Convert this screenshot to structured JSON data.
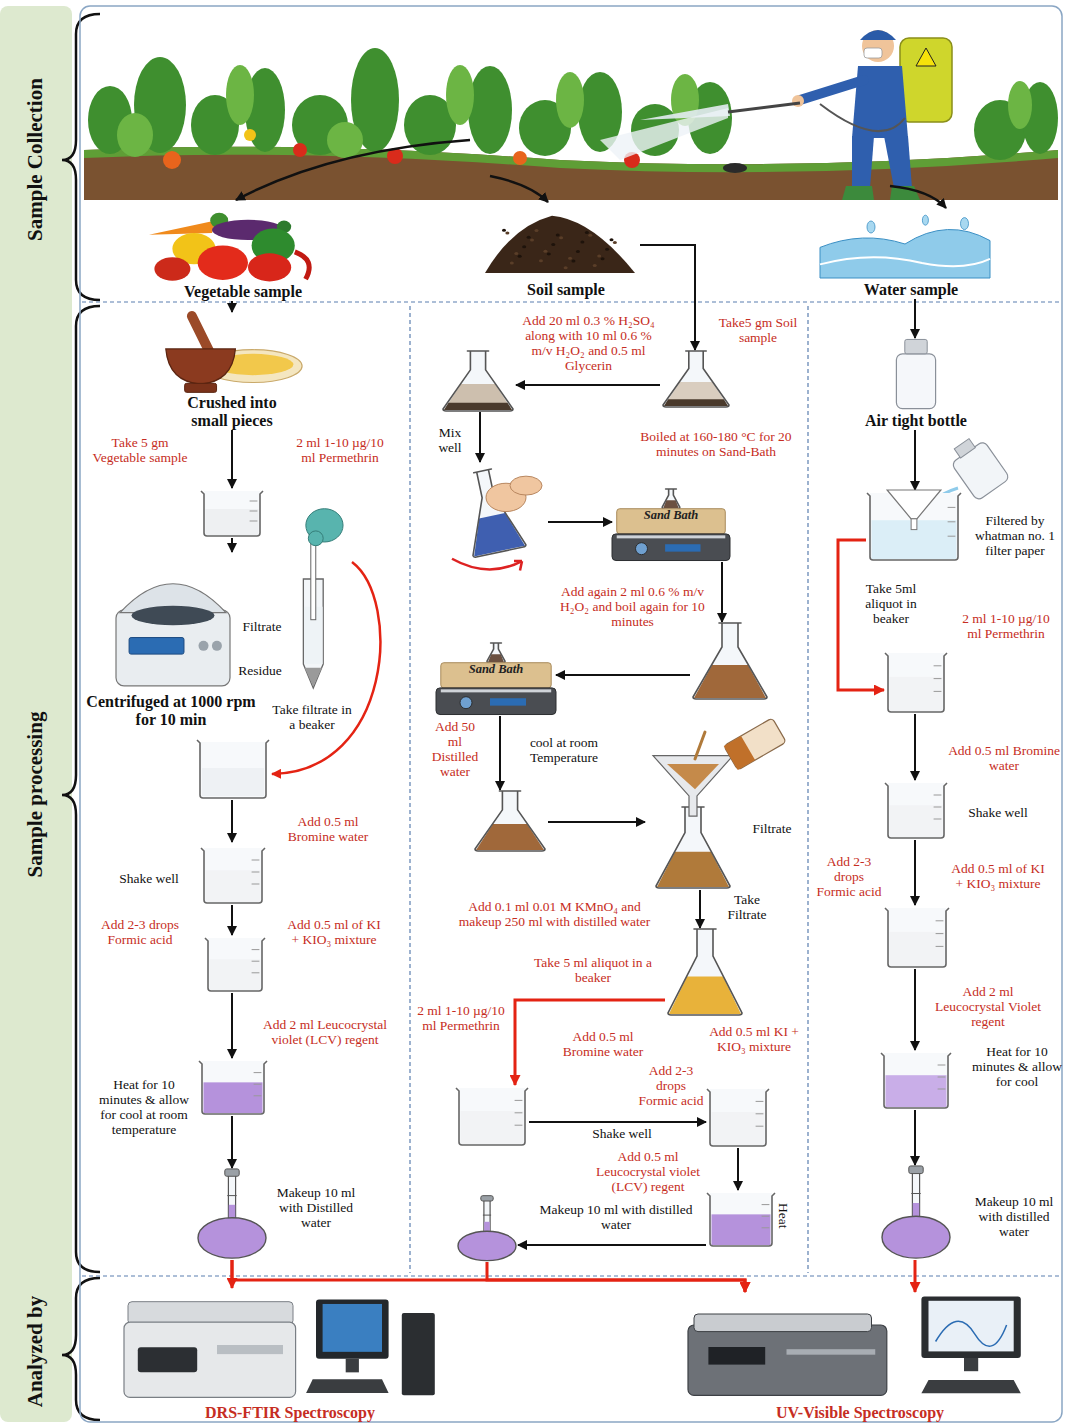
{
  "diagram": {
    "nodes": [
      {
        "text": [
          "Vegetable sample"
        ]
      },
      {
        "text": [
          "Crushed into small pieces"
        ]
      },
      {
        "text": [
          "Take 5 gm Vegetable sample",
          "2 ml 1-10 µg/10 ml Permethrin"
        ]
      },
      {
        "text": [
          "Centrifuged at 1000 rpm for 10 min"
        ]
      },
      {
        "text": [
          "Filtrate",
          "Residue"
        ]
      },
      {
        "text": [
          "Add 0.5 ml Bromine water",
          "Shake well"
        ]
      },
      {
        "text": [
          "Add 2-3 drops Formic acid",
          "Add 0.5 ml of KI + KIO₃ mixture"
        ]
      },
      {
        "text": [
          "Add 2 ml Leucocrystal violet (LCV) regent",
          "Heat for 10 minutes & allow for cool at room temperature"
        ]
      },
      {
        "text": [
          "Makeup 10 ml with Distilled water"
        ]
      },
      {
        "text": [
          "Soil sample"
        ]
      },
      {
        "text": [
          "Take5 gm Soil sample"
        ]
      },
      {
        "text": [
          "Add 20 ml 0.3 % H₂SO₄ along with 10 ml 0.6 % m/v H₂O₂ and 0.5 ml Glycerin"
        ]
      },
      {
        "text": [
          "Mix well"
        ]
      },
      {
        "text": [
          "Boiled at 160-180 °C for 20 minutes on Sand-Bath",
          "Sand Bath"
        ]
      },
      {
        "text": [
          "Add again 2 ml 0.6 % m/v H₂O₂ and boil again for 10 minutes"
        ]
      },
      {
        "text": [
          "Sand Bath"
        ]
      },
      {
        "text": [
          "Add 50 ml Distilled water"
        ]
      },
      {
        "text": [
          "Filtrate"
        ]
      },
      {
        "text": [
          "Add 0.1 ml 0.01 M KMnO₄ and makeup 250 ml with distilled water"
        ]
      },
      {
        "text": [
          "2 ml 1-10 µg/10 ml Permethrin",
          "Add 0.5 ml Bromine water"
        ]
      },
      {
        "text": [
          "Add 2-3 drops Formic acid",
          "Add 0.5 ml KI + KIO₃ mixture"
        ]
      },
      {
        "text": [
          "Add 0.5 ml Leucocrystal violet (LCV) regent",
          "Heat"
        ]
      },
      {
        "text": [
          "Makeup 10 ml with distilled water"
        ]
      },
      {
        "text": [
          "Water sample"
        ]
      },
      {
        "text": [
          "Air tight bottle"
        ]
      },
      {
        "text": [
          "Filtered by whatman no. 1 filter paper"
        ]
      },
      {
        "text": [
          "2 ml 1-10 µg/10 ml Permethrin"
        ]
      },
      {
        "text": [
          "Add 0.5 ml Bromine water",
          "Shake well"
        ]
      },
      {
        "text": [
          "Add 2-3 drops Formic acid",
          "Add 0.5 ml of KI + KIO₃ mixture"
        ]
      },
      {
        "text": [
          "Add 2 ml Leucocrystal Violet regent",
          "Heat for 10 minutes & allow for cool"
        ]
      },
      {
        "text": [
          "Makeup 10 ml with distilled water"
        ]
      },
      {
        "text": [
          "DRS-FTIR Spectroscopy"
        ]
      },
      {
        "text": [
          "UV-Visible Spectroscopy"
        ]
      }
    ],
    "edges": [
      {
        "from": 0,
        "to": 1,
        "arrow": "to"
      },
      {
        "from": 1,
        "to": 2,
        "arrow": "to"
      },
      {
        "from": 2,
        "to": 3,
        "arrow": "to"
      },
      {
        "from": 5,
        "to": 6,
        "arrow": "to"
      },
      {
        "from": 6,
        "to": 7,
        "arrow": "to"
      },
      {
        "from": 7,
        "to": 8,
        "arrow": "to"
      },
      {
        "from": 8,
        "to": 31,
        "arrow": "to"
      },
      {
        "from": 8,
        "to": 32,
        "arrow": "to"
      },
      {
        "from": 9,
        "to": 10,
        "arrow": "to"
      },
      {
        "from": 10,
        "to": 11,
        "arrow": "to"
      },
      {
        "from": 11,
        "to": 12,
        "arrow": "to"
      },
      {
        "from": 12,
        "to": 13,
        "arrow": "to"
      },
      {
        "from": 13,
        "to": 14,
        "arrow": "to"
      },
      {
        "from": 14,
        "to": 15,
        "arrow": "to"
      },
      {
        "from": 15,
        "to": 16,
        "label": "cool at room Temperature",
        "arrow": "to"
      },
      {
        "from": 16,
        "to": 17,
        "arrow": "to"
      },
      {
        "from": 17,
        "to": 18,
        "label": "Take Filtrate",
        "arrow": "to"
      },
      {
        "from": 18,
        "to": 19,
        "label": "Take 5 ml aliquot in a beaker",
        "arrow": "to"
      },
      {
        "from": 19,
        "to": 20,
        "label": "Shake well",
        "arrow": "to"
      },
      {
        "from": 20,
        "to": 21,
        "arrow": "to"
      },
      {
        "from": 21,
        "to": 22,
        "arrow": "to"
      },
      {
        "from": 22,
        "to": 32,
        "arrow": "to"
      },
      {
        "from": 23,
        "to": 24,
        "arrow": "to"
      },
      {
        "from": 24,
        "to": 25,
        "arrow": "to"
      },
      {
        "from": 25,
        "to": 26,
        "label": "Take 5ml aliquot in beaker",
        "arrow": "to"
      },
      {
        "from": 26,
        "to": 27,
        "arrow": "to"
      },
      {
        "from": 27,
        "to": 28,
        "arrow": "to"
      },
      {
        "from": 28,
        "to": 29,
        "arrow": "to"
      },
      {
        "from": 29,
        "to": 30,
        "arrow": "to"
      },
      {
        "from": 30,
        "to": 32,
        "arrow": "to"
      }
    ],
    "labels": [
      "Sample Collection",
      "Sample processing",
      "Analyzed by",
      "Take filtrate in a beaker"
    ]
  }
}
